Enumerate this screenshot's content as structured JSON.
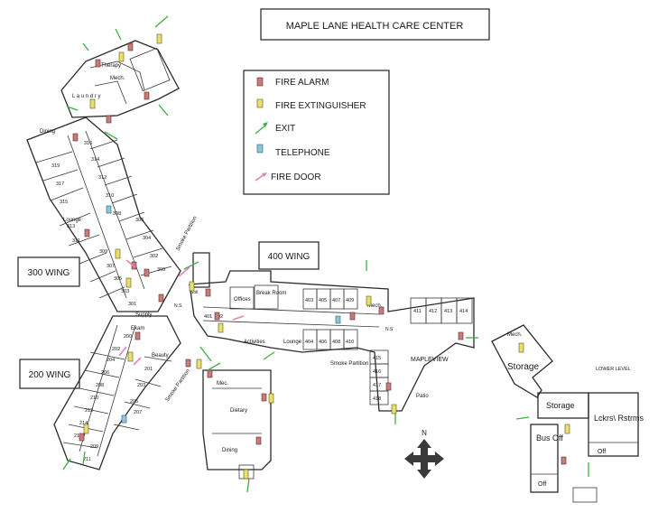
{
  "title": "MAPLE LANE HEALTH CARE CENTER",
  "legend": {
    "fire_alarm": "FIRE ALARM",
    "fire_extinguisher": "FIRE EXTINGUISHER",
    "exit": "EXIT",
    "telephone": "TELEPHONE",
    "fire_door": "FIRE DOOR"
  },
  "colors": {
    "fire_alarm": "#c97a7a",
    "fire_extinguisher": "#e8e06a",
    "exit": "#3cb043",
    "telephone": "#8cc6de",
    "fire_door": "#e084b8"
  },
  "wings": {
    "w300": "300 WING",
    "w200": "200 WING",
    "w400": "400 WING"
  },
  "rooms": {
    "therapy": "Therapy",
    "mech_top": "Mech.",
    "laundry": "L a u n d r y",
    "dining_top": "Dining",
    "lounge_300": "Lounge",
    "supply": "Supply",
    "exam": "Exam",
    "beauty": "Beauty",
    "offices": "Offices",
    "break_room": "Break Room",
    "activities": "Activities",
    "lounge_400": "Lounge",
    "mec": "Mec.",
    "dietary": "Dietary",
    "dining": "Dining",
    "mech_400": "Mech.",
    "mapleview": "MAPLEVIEW",
    "patio": "Patio",
    "mech_lower": "Mech.",
    "storage_lower": "Storage",
    "lower_level": "LOWER LEVEL",
    "storage_mid": "Storage",
    "lckrs": "Lckrs\\ Rstrms",
    "bus_off": "Bus Off",
    "off_a": "Off",
    "off_b": "Off",
    "ns_a": "N.S.",
    "ns_b": "N.S",
    "soil": "Soil",
    "smoke_partition_a": "Smoke Partition",
    "smoke_partition_b": "Smoke Partition",
    "smoke_partition_c": "Smoke Partition"
  },
  "room_numbers_300": [
    "316",
    "314",
    "312",
    "310",
    "308",
    "306",
    "304",
    "302",
    "300",
    "319",
    "317",
    "315",
    "313",
    "311",
    "309",
    "307",
    "305",
    "303",
    "301"
  ],
  "room_numbers_200": [
    "200",
    "202",
    "204",
    "206",
    "208",
    "210",
    "212",
    "214",
    "216",
    "201",
    "203",
    "205",
    "207",
    "209",
    "211"
  ],
  "room_numbers_400": [
    "401",
    "403",
    "405",
    "407",
    "409",
    "402",
    "404",
    "406",
    "408",
    "410",
    "411",
    "412",
    "413",
    "414",
    "415",
    "416",
    "417",
    "418"
  ],
  "compass": "N"
}
